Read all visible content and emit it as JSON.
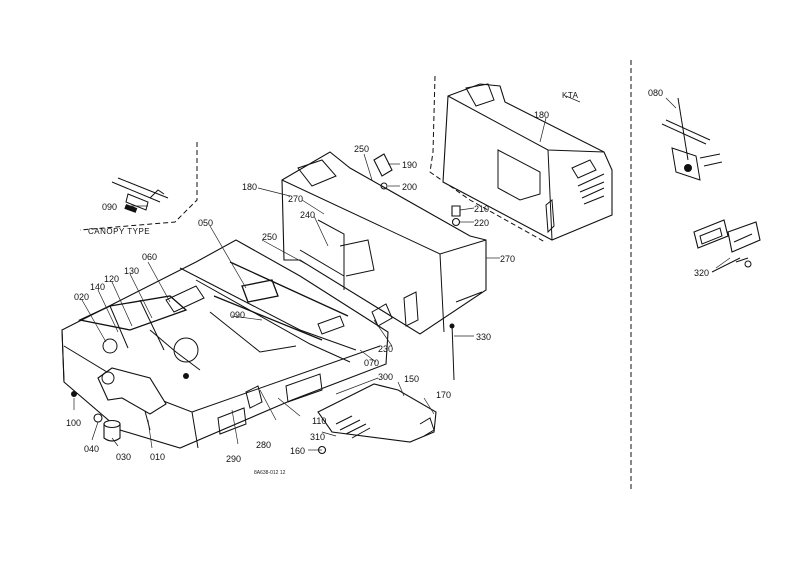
{
  "labels": {
    "l010": "010",
    "l020": "020",
    "l030": "030",
    "l040": "040",
    "l050": "050",
    "l060": "060",
    "l070": "070",
    "l080": "080",
    "l090a": "090",
    "l090b": "090",
    "l100": "100",
    "l110": "110",
    "l120": "120",
    "l130": "130",
    "l140": "140",
    "l150": "150",
    "l160": "160",
    "l170": "170",
    "l180a": "180",
    "l180b": "180",
    "l190": "190",
    "l200": "200",
    "l210": "210",
    "l220": "220",
    "l230": "230",
    "l240": "240",
    "l250a": "250",
    "l250b": "250",
    "l270a": "270",
    "l270b": "270",
    "l280": "280",
    "l290": "290",
    "l300": "300",
    "l310": "310",
    "l320": "320",
    "l330": "330"
  },
  "annotations": {
    "kta": "KTA",
    "canopy_type": "CANOPY TYPE",
    "drawing_code": "8A638-012 12"
  }
}
